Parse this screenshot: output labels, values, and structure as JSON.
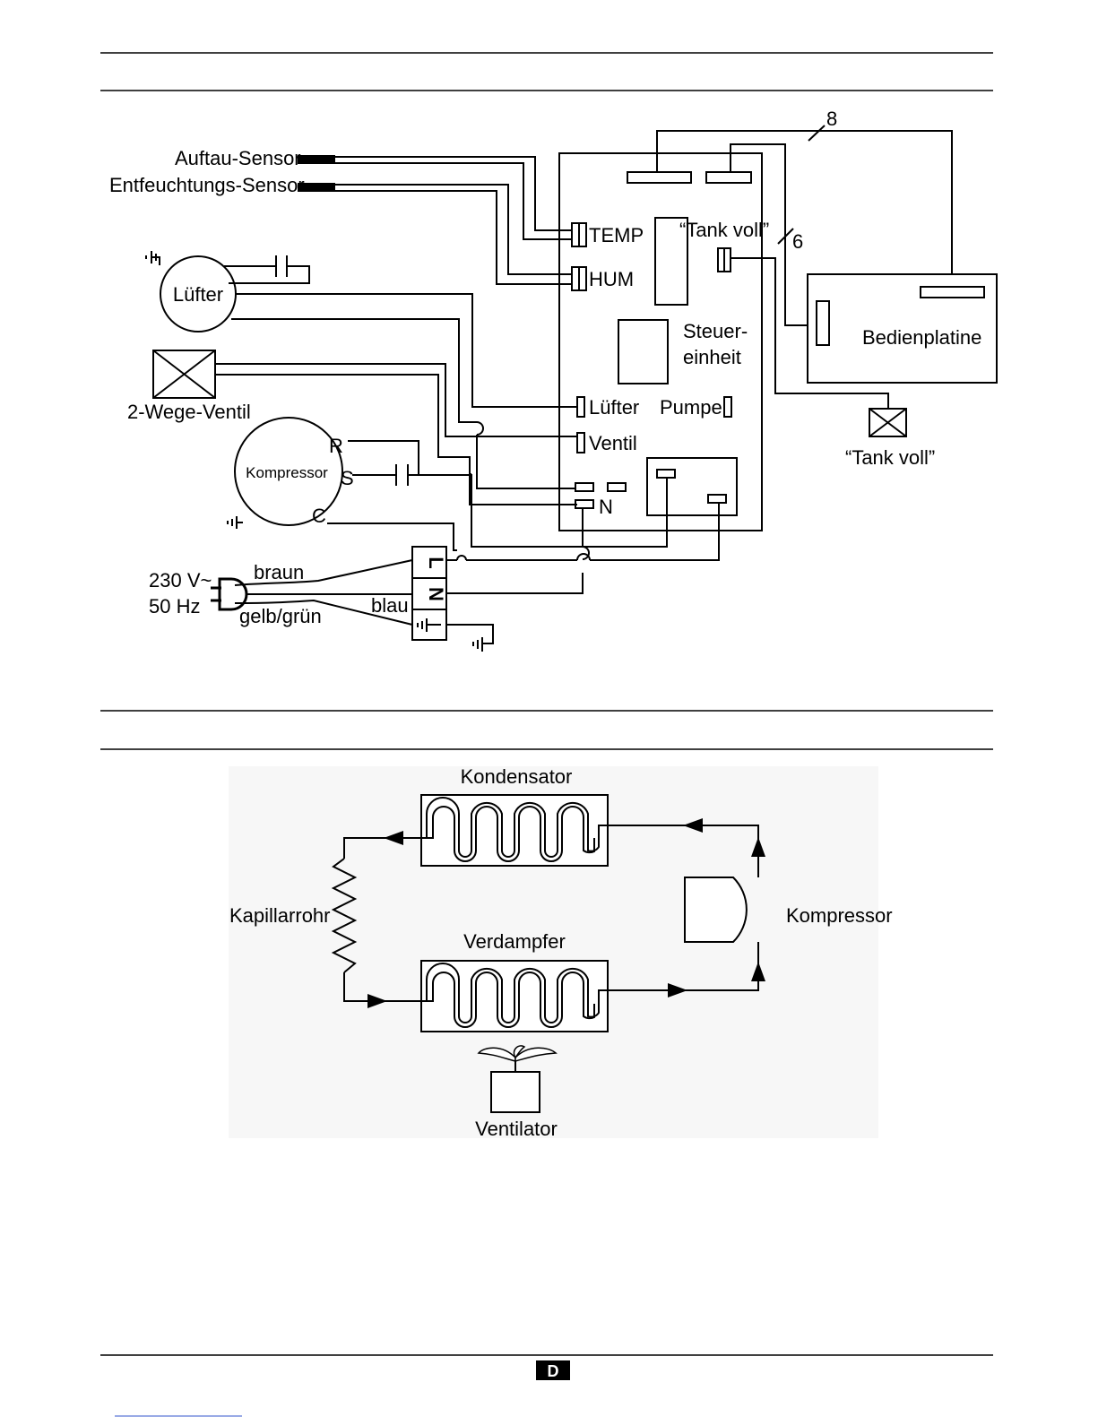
{
  "wiring": {
    "sensor_defrost": "Auftau-Sensor",
    "sensor_dehum": "Entfeuchtungs-Sensor",
    "fan": "Lüfter",
    "valve": "2-Wege-Ventil",
    "compressor": "Kompressor",
    "comp_r": "R",
    "comp_s": "S",
    "comp_c": "C",
    "supply_voltage": "230 V~",
    "supply_freq": "50 Hz",
    "wire_brown": "braun",
    "wire_blue": "blau",
    "wire_yg": "gelb/grün",
    "term_l": "L",
    "term_n": "N",
    "pin_temp": "TEMP",
    "pin_hum": "HUM",
    "tank_full_top": "“Tank voll”",
    "bus_8": "8",
    "bus_6": "6",
    "control_unit_1": "Steuer-",
    "control_unit_2": "einheit",
    "control_panel": "Bedienplatine",
    "pin_fan": "Lüfter",
    "pin_pump": "Pumpe",
    "pin_valve": "Ventil",
    "pin_n": "N",
    "tank_full_switch": "“Tank voll”"
  },
  "refrigeration": {
    "condenser": "Kondensator",
    "capillary": "Kapillarrohr",
    "evaporator": "Verdampfer",
    "compressor": "Kompressor",
    "ventilator": "Ventilator"
  },
  "footer": {
    "language_badge": "D"
  }
}
